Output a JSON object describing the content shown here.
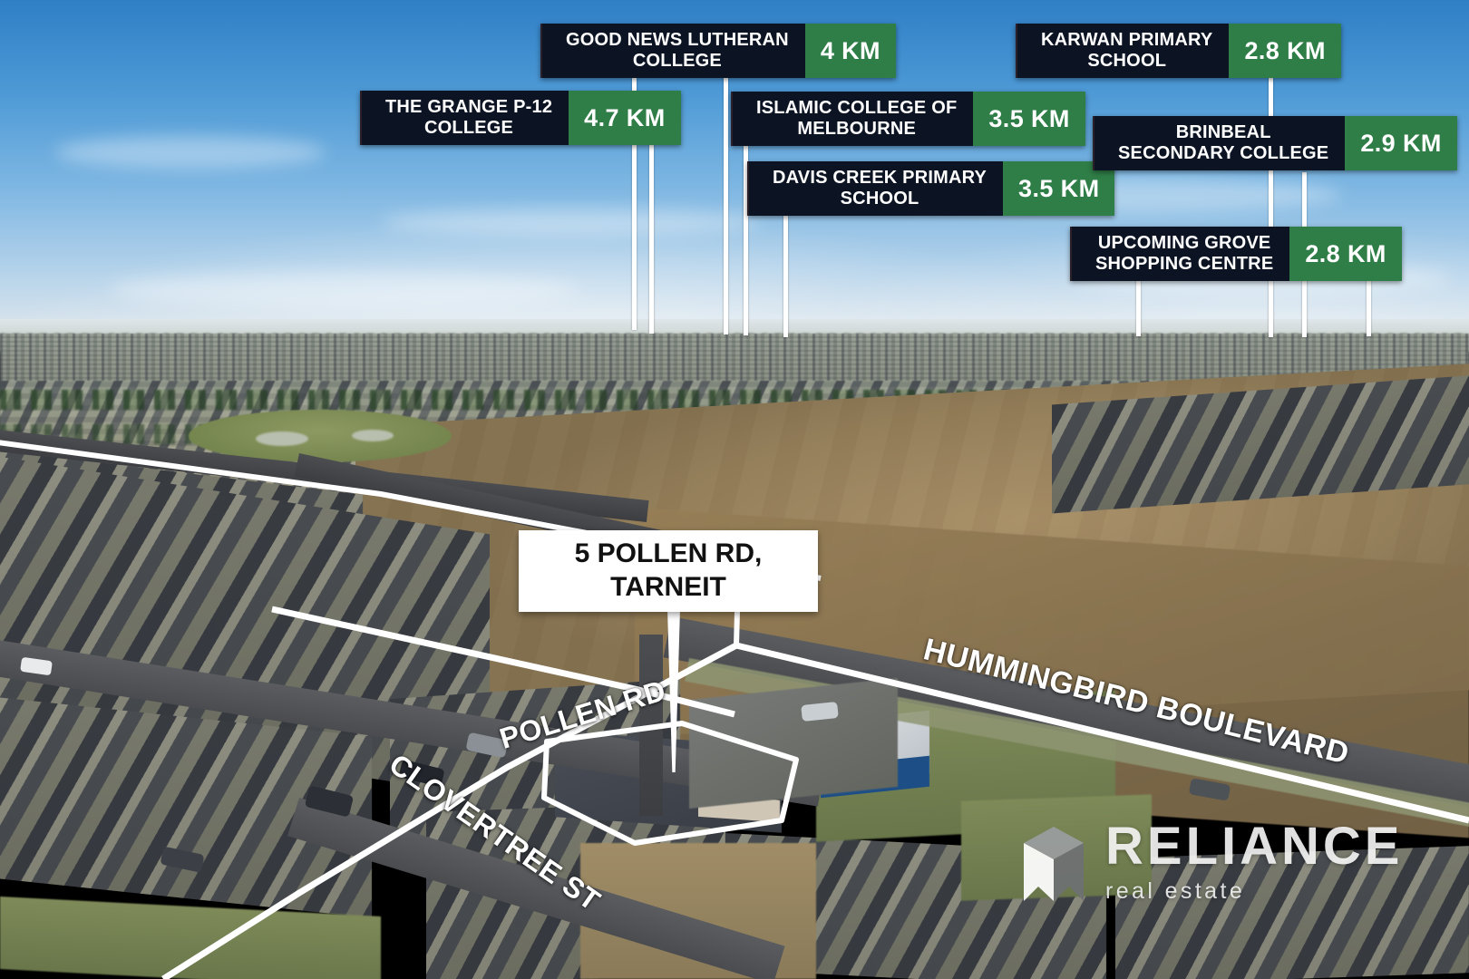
{
  "photo": {
    "type": "aerial-real-estate-photograph",
    "locality": "Tarneit"
  },
  "property_marker": {
    "line1": "5 POLLEN RD,",
    "line2": "TARNEIT",
    "name": "5 POLLEN RD, TARNEIT"
  },
  "amenities": [
    {
      "name_line1": "GOOD NEWS LUTHERAN",
      "name_line2": "COLLEGE",
      "distance": "4 KM"
    },
    {
      "name_line1": "THE GRANGE P-12",
      "name_line2": "COLLEGE",
      "distance": "4.7 KM"
    },
    {
      "name_line1": "ISLAMIC COLLEGE OF",
      "name_line2": "MELBOURNE",
      "distance": "3.5 KM"
    },
    {
      "name_line1": "DAVIS CREEK PRIMARY",
      "name_line2": "SCHOOL",
      "distance": "3.5 KM"
    },
    {
      "name_line1": "KARWAN PRIMARY",
      "name_line2": "SCHOOL",
      "distance": "2.8 KM"
    },
    {
      "name_line1": "BRINBEAL",
      "name_line2": "SECONDARY COLLEGE",
      "distance": "2.9 KM"
    },
    {
      "name_line1": "UPCOMING GROVE",
      "name_line2": "SHOPPING CENTRE",
      "distance": "2.8 KM"
    }
  ],
  "streets": [
    {
      "label": "POLLEN RD"
    },
    {
      "label": "HUMMINGBIRD BOULEVARD"
    },
    {
      "label": "CLOVERTREE ST"
    }
  ],
  "watermark": {
    "brand": "RELIANCE",
    "tagline": "real estate",
    "mark": "reliance-chevron-logo"
  },
  "colors": {
    "label_background": "#0c1423",
    "distance_badge": "#2f7d47",
    "label_text": "#ffffff",
    "marker_background": "#ffffff",
    "marker_text": "#111111",
    "leader_line": "#ffffff",
    "watermark_text": "#f2f2f2"
  }
}
